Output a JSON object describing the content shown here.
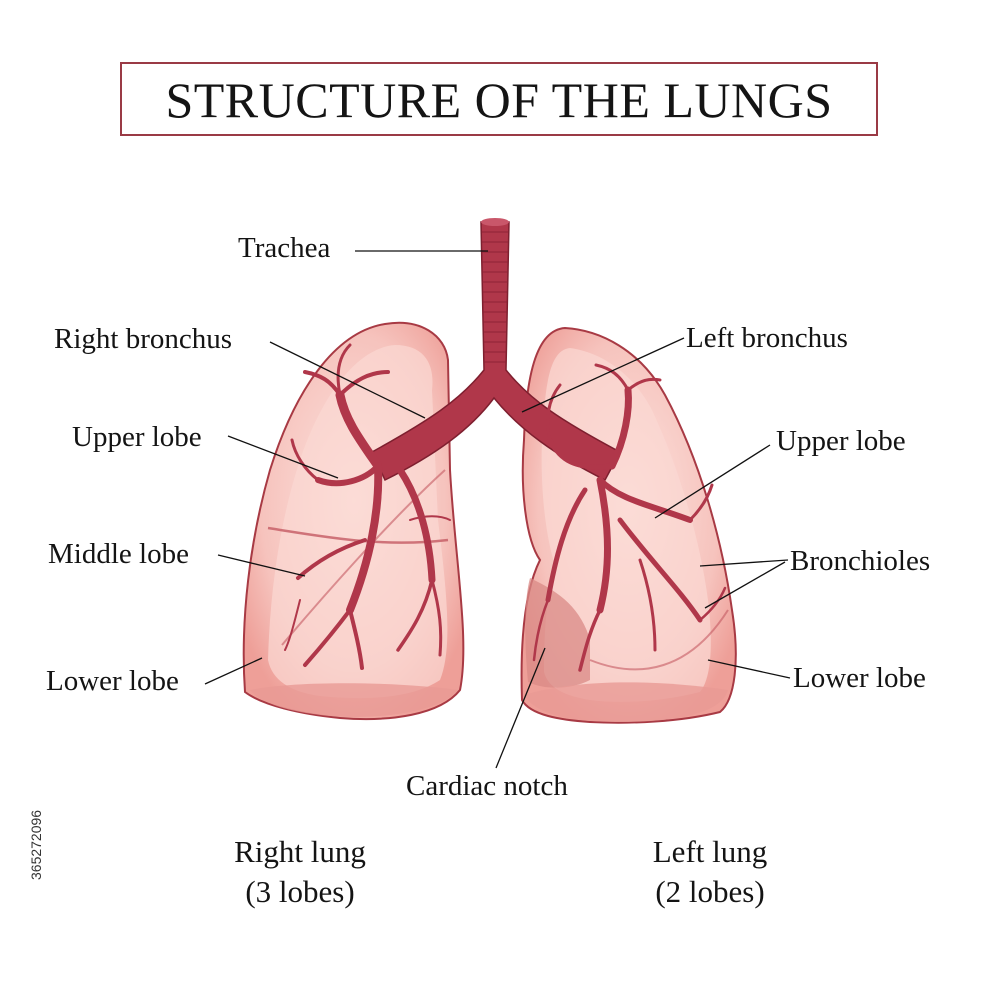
{
  "title": "STRUCTURE OF THE LUNGS",
  "labels": {
    "trachea": "Trachea",
    "right_bronchus": "Right bronchus",
    "left_bronchus": "Left bronchus",
    "right_upper_lobe": "Upper lobe",
    "left_upper_lobe": "Upper lobe",
    "right_middle_lobe": "Middle lobe",
    "bronchioles": "Bronchioles",
    "right_lower_lobe": "Lower lobe",
    "left_lower_lobe": "Lower lobe",
    "cardiac_notch": "Cardiac notch"
  },
  "captions": {
    "right_lung_name": "Right lung",
    "right_lung_lobes": "(3 lobes)",
    "left_lung_name": "Left lung",
    "left_lung_lobes": "(2 lobes)"
  },
  "stock_id": "365272096",
  "colors": {
    "lung_fill": "#f7c9c4",
    "lung_outline": "#a83a44",
    "airway": "#b0374a",
    "title_border": "#9a3a45"
  }
}
